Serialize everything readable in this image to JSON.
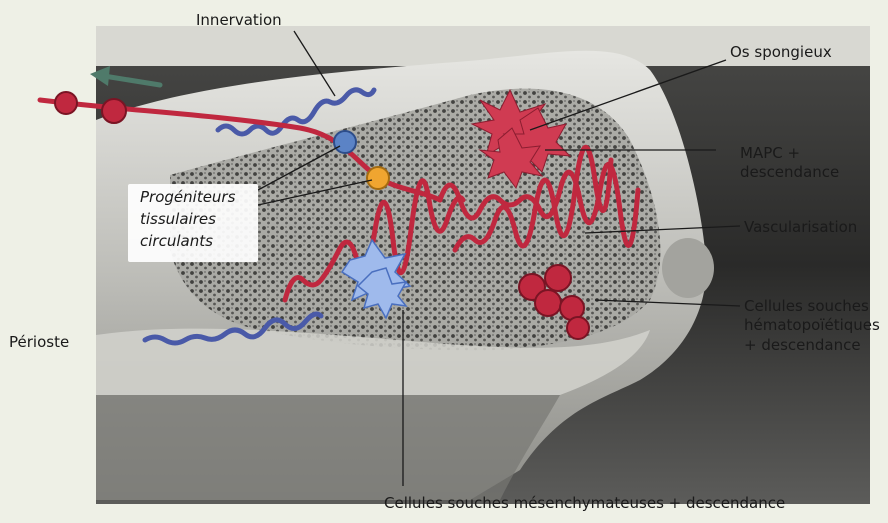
{
  "labels": {
    "innervation": "Innervation",
    "os_spongieux": "Os spongieux",
    "mapc_line1": "MAPC +",
    "mapc_line2": "descendance",
    "vascularisation": "Vascularisation",
    "hsc_line1": "Cellules souches",
    "hsc_line2": "hématopoïétiques",
    "hsc_line3": "+ descendance",
    "perioste": "Périoste",
    "progen_line1": "Progéniteurs",
    "progen_line2": "tissulaires",
    "progen_line3": "circulants",
    "msc": "Cellules souches mésenchymateuses + descendance"
  },
  "colors": {
    "vessel": "#c0283f",
    "nerve": "#4a5aa8",
    "progenitor_blue": "#5b83c6",
    "progenitor_orange": "#f0a530",
    "msc_cells": "#6f96d8",
    "arrow": "#4f7a6a",
    "background": "#eef0e6"
  }
}
